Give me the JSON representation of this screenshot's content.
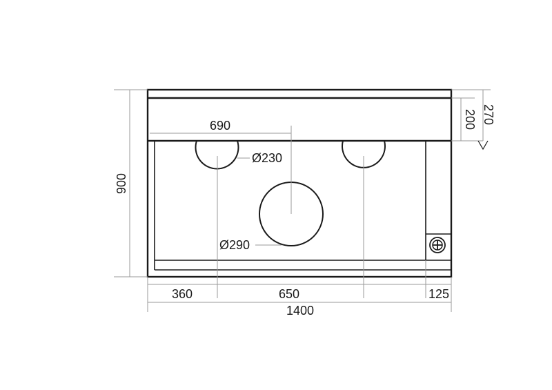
{
  "dimensions": {
    "width_total": "1400",
    "depth_total": "900",
    "rear_panel_depth": "270",
    "backsplash_depth": "200",
    "hole_center_x": "690",
    "left_offset": "360",
    "hole_spacing": "650",
    "right_offset": "125"
  },
  "holes": {
    "small_diameter": "Ø230",
    "large_diameter": "Ø290"
  },
  "icons": {
    "drain": "drain-icon"
  }
}
